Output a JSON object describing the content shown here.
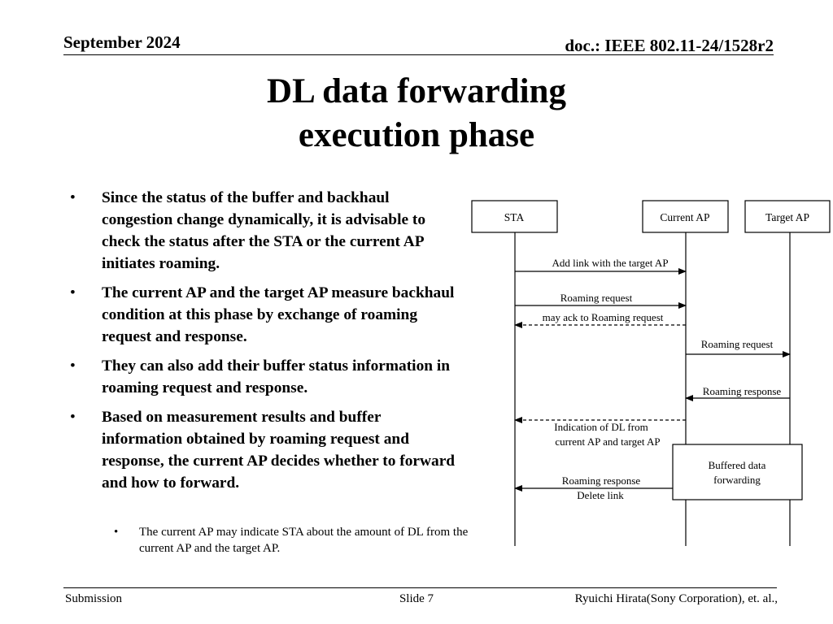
{
  "header": {
    "date": "September 2024",
    "doc_id": "doc.: IEEE 802.11-24/1528r2"
  },
  "title": {
    "line1": "DL data forwarding",
    "line2": "execution phase"
  },
  "bullets": [
    "Since the status of the buffer and backhaul congestion change dynamically, it is advisable to check the status after the STA or the current AP initiates roaming.",
    "The current AP and the target AP measure backhaul condition at this phase by exchange of roaming request and response.",
    "They can also add their buffer status information in roaming request and response.",
    "Based on measurement results and buffer information obtained by roaming request and response, the current AP decides whether to forward and how to forward."
  ],
  "sub_bullet": "The current AP may indicate STA about the amount of DL from the current AP and the target AP.",
  "bullet_symbol": "•",
  "diagram": {
    "entities": {
      "sta": "STA",
      "current_ap": "Current AP",
      "target_ap": "Target AP"
    },
    "messages": {
      "add_link": "Add link with the target AP",
      "roaming_request_1": "Roaming request",
      "may_ack": "may ack to Roaming request",
      "roaming_request_2": "Roaming request",
      "roaming_response_1": "Roaming response",
      "indication_line1": "Indication of DL from",
      "indication_line2": "current AP and target AP",
      "roaming_response_2": "Roaming response",
      "delete_link": "Delete link"
    },
    "buffered_box": {
      "line1": "Buffered data",
      "line2": "forwarding"
    }
  },
  "footer": {
    "left": "Submission",
    "center": "Slide 7",
    "right": "Ryuichi Hirata(Sony Corporation), et. al.,"
  }
}
